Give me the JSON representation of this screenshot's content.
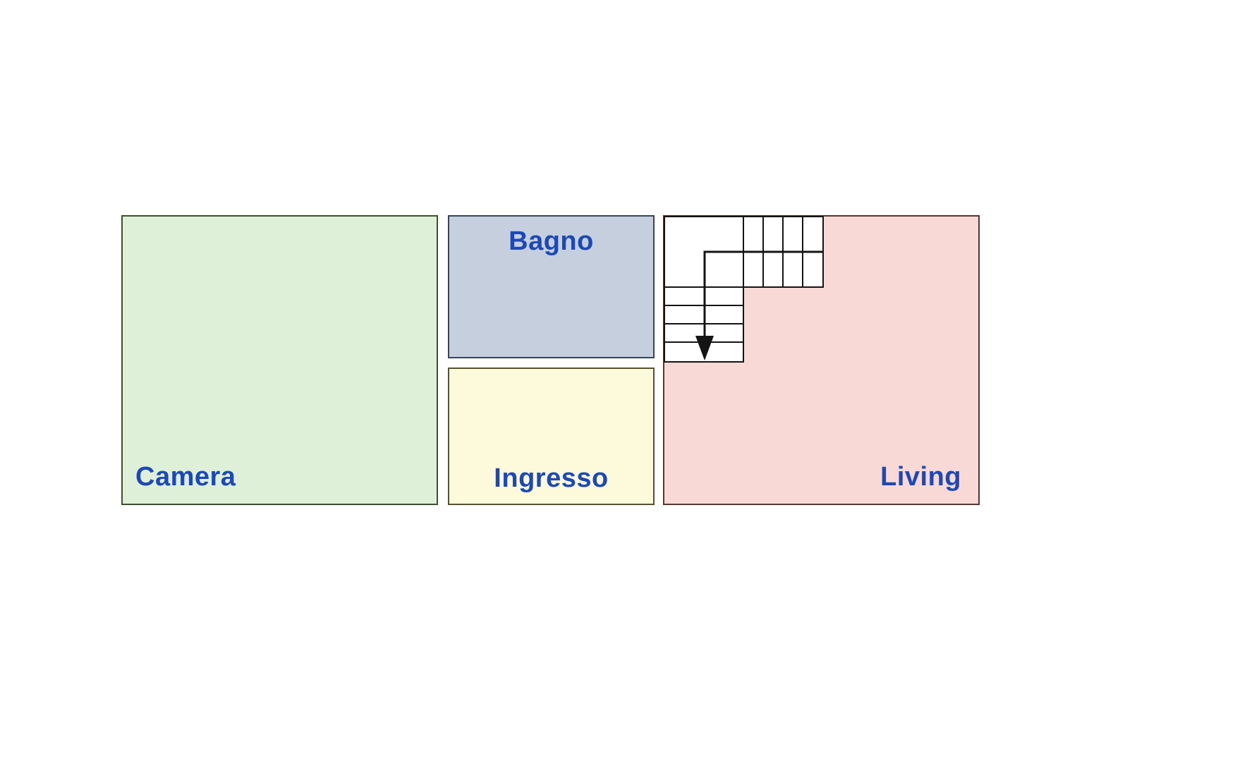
{
  "floorplan": {
    "label_color": "#1c49b5",
    "rooms": [
      {
        "id": "camera",
        "label": "Camera",
        "fill": "#dff0d8",
        "border": "#3a5230"
      },
      {
        "id": "bagno",
        "label": "Bagno",
        "fill": "#c5cfdd",
        "border": "#37455a"
      },
      {
        "id": "ingresso",
        "label": "Ingresso",
        "fill": "#fcfadb",
        "border": "#56522c"
      },
      {
        "id": "living",
        "label": "Living",
        "fill": "#f9d9d5",
        "border": "#573630"
      }
    ],
    "staircase": {
      "fill": "#ffffff",
      "line_color": "#141414"
    }
  }
}
